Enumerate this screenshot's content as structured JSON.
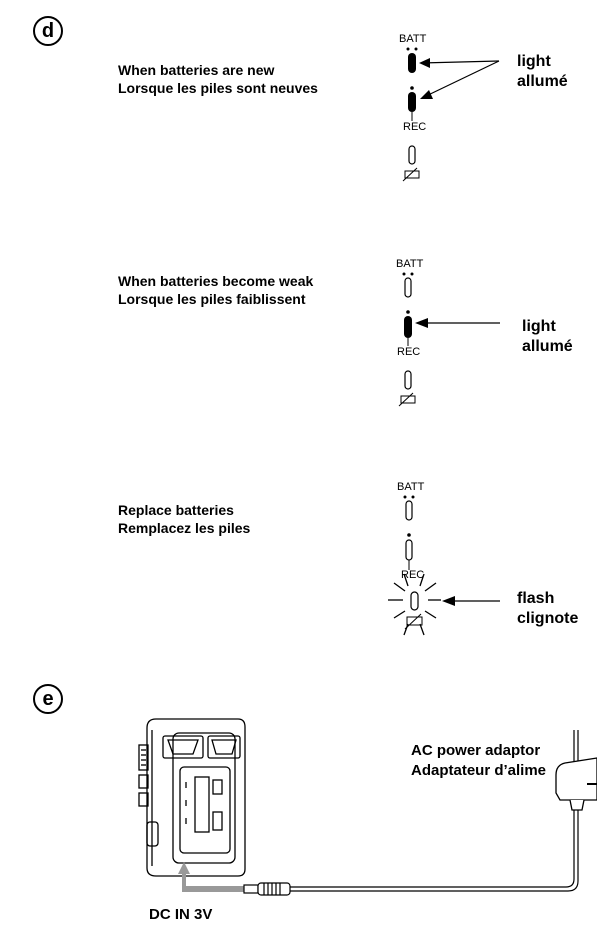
{
  "section_d": {
    "badge": "d",
    "panels": [
      {
        "caption_en": "When batteries are new",
        "caption_fr": "Lorsque les piles sont neuves",
        "label_top": "BATT",
        "label_mid": "REC",
        "callout_en": "light",
        "callout_fr": "allumé",
        "lit": [
          "batt",
          "rec"
        ],
        "flashing": false
      },
      {
        "caption_en": "When batteries become weak",
        "caption_fr": "Lorsque les piles faiblissent",
        "label_top": "BATT",
        "label_mid": "REC",
        "callout_en": "light",
        "callout_fr": "allumé",
        "lit": [
          "rec"
        ],
        "flashing": false
      },
      {
        "caption_en": "Replace batteries",
        "caption_fr": "Remplacez les piles",
        "label_top": "BATT",
        "label_mid": "REC",
        "callout_en": "flash",
        "callout_fr": "clignote",
        "lit": [],
        "flashing": true
      }
    ]
  },
  "section_e": {
    "badge": "e",
    "adaptor_label_en": "AC power adaptor",
    "adaptor_label_fr": "Adaptateur d’alime",
    "jack_label": "DC IN 3V"
  }
}
